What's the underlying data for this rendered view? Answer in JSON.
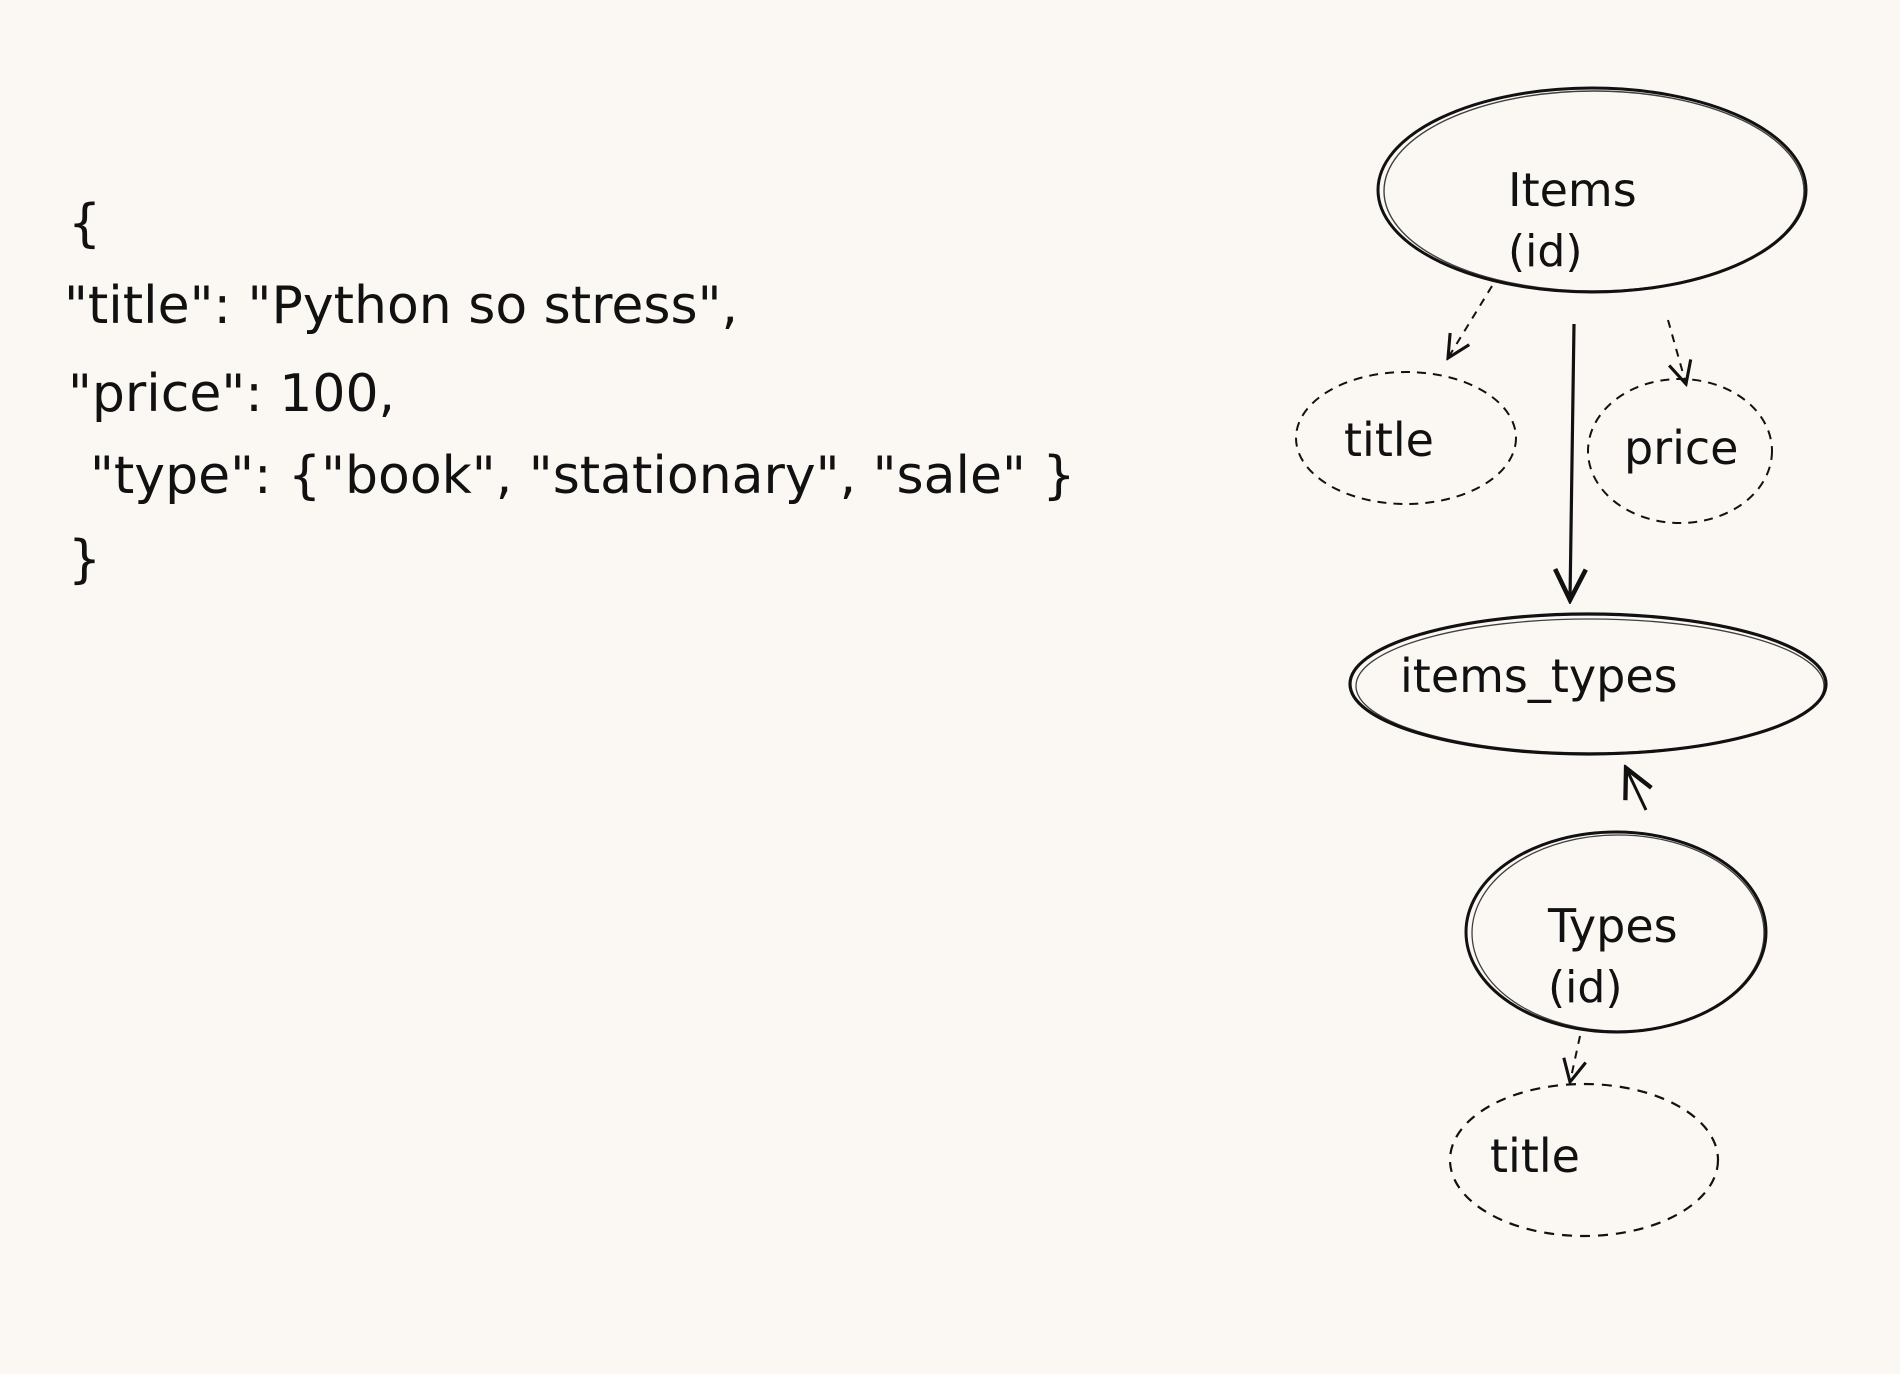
{
  "code": {
    "open_brace": "{",
    "title_line": "\"title\": \"Python so stress\",",
    "price_line": "\"price\": 100,",
    "type_line": "\"type\": {\"book\", \"stationary\", \"sale\" }",
    "close_brace": "}"
  },
  "diagram": {
    "items_entity": {
      "name": "Items",
      "key": "(id)"
    },
    "items_title_attr": "title",
    "items_price_attr": "price",
    "link_entity": "items_types",
    "types_entity": {
      "name": "Types",
      "key": "(id)"
    },
    "types_title_attr": "title"
  }
}
